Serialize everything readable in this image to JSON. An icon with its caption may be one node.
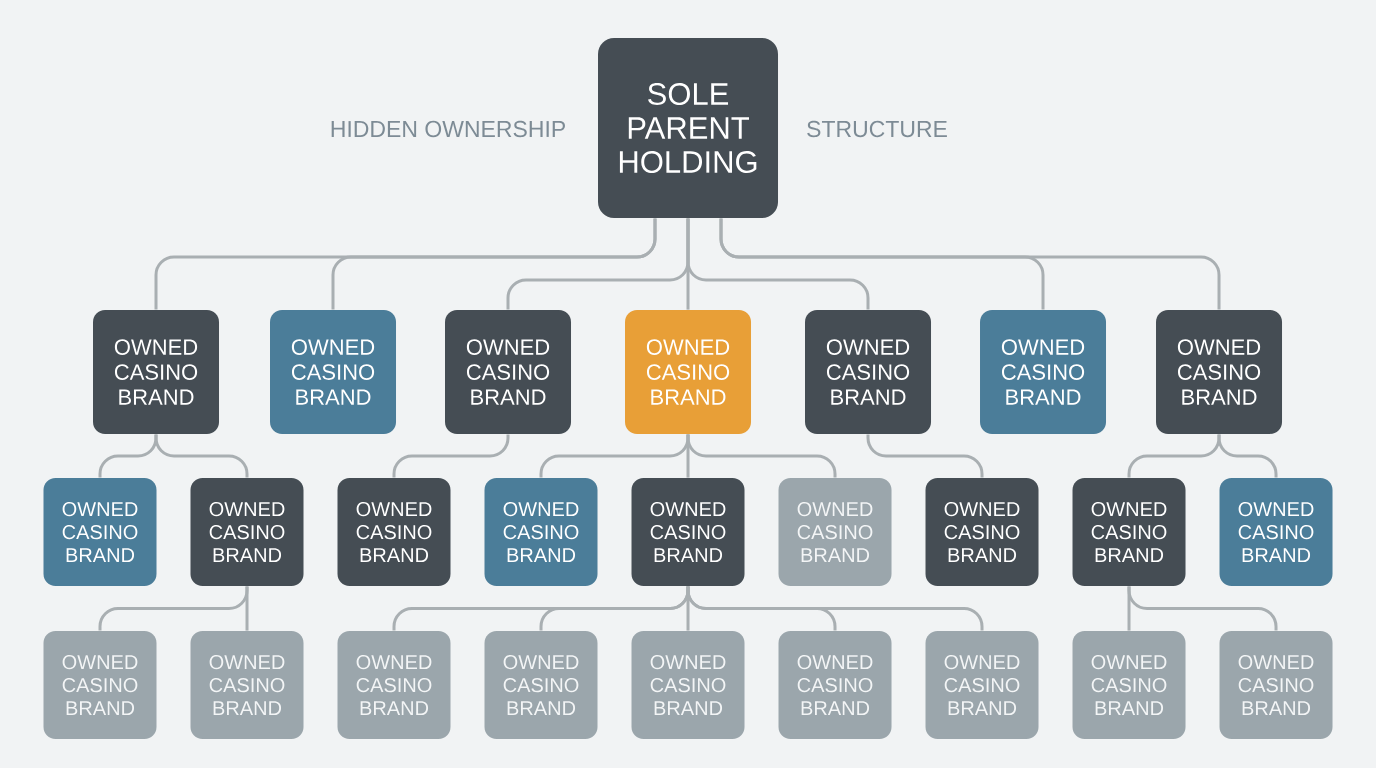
{
  "diagram": {
    "nodes": [
      {
        "text": [
          "SOLE PARENT HOLDING"
        ]
      },
      {
        "text": [
          "OWNED CASINO BRAND"
        ]
      },
      {
        "text": [
          "OWNED CASINO BRAND"
        ]
      },
      {
        "text": [
          "OWNED CASINO BRAND"
        ]
      },
      {
        "text": [
          "OWNED CASINO BRAND"
        ]
      },
      {
        "text": [
          "OWNED CASINO BRAND"
        ]
      },
      {
        "text": [
          "OWNED CASINO BRAND"
        ]
      },
      {
        "text": [
          "OWNED CASINO BRAND"
        ]
      },
      {
        "text": [
          "OWNED CASINO BRAND"
        ]
      },
      {
        "text": [
          "OWNED CASINO BRAND"
        ]
      },
      {
        "text": [
          "OWNED CASINO BRAND"
        ]
      },
      {
        "text": [
          "OWNED CASINO BRAND"
        ]
      },
      {
        "text": [
          "OWNED CASINO BRAND"
        ]
      },
      {
        "text": [
          "OWNED CASINO BRAND"
        ]
      },
      {
        "text": [
          "OWNED CASINO BRAND"
        ]
      },
      {
        "text": [
          "OWNED CASINO BRAND"
        ]
      },
      {
        "text": [
          "OWNED CASINO BRAND"
        ]
      },
      {
        "text": [
          "OWNED CASINO BRAND"
        ]
      },
      {
        "text": [
          "OWNED CASINO BRAND"
        ]
      },
      {
        "text": [
          "OWNED CASINO BRAND"
        ]
      },
      {
        "text": [
          "OWNED CASINO BRAND"
        ]
      },
      {
        "text": [
          "OWNED CASINO BRAND"
        ]
      },
      {
        "text": [
          "OWNED CASINO BRAND"
        ]
      },
      {
        "text": [
          "OWNED CASINO BRAND"
        ]
      },
      {
        "text": [
          "OWNED CASINO BRAND"
        ]
      },
      {
        "text": [
          "OWNED CASINO BRAND"
        ]
      }
    ],
    "edges": [
      {
        "from": 0,
        "to": 1,
        "arrow": "none"
      },
      {
        "from": 0,
        "to": 2,
        "arrow": "none"
      },
      {
        "from": 0,
        "to": 3,
        "arrow": "none"
      },
      {
        "from": 0,
        "to": 4,
        "arrow": "none"
      },
      {
        "from": 0,
        "to": 5,
        "arrow": "none"
      },
      {
        "from": 0,
        "to": 6,
        "arrow": "none"
      },
      {
        "from": 0,
        "to": 7,
        "arrow": "none"
      },
      {
        "from": 1,
        "to": 8,
        "arrow": "none"
      },
      {
        "from": 1,
        "to": 9,
        "arrow": "none"
      },
      {
        "from": 3,
        "to": 10,
        "arrow": "none"
      },
      {
        "from": 4,
        "to": 11,
        "arrow": "none"
      },
      {
        "from": 4,
        "to": 12,
        "arrow": "none"
      },
      {
        "from": 4,
        "to": 13,
        "arrow": "none"
      },
      {
        "from": 5,
        "to": 14,
        "arrow": "none"
      },
      {
        "from": 7,
        "to": 15,
        "arrow": "none"
      },
      {
        "from": 7,
        "to": 16,
        "arrow": "none"
      },
      {
        "from": 9,
        "to": 17,
        "arrow": "none"
      },
      {
        "from": 9,
        "to": 18,
        "arrow": "none"
      },
      {
        "from": 12,
        "to": 19,
        "arrow": "none"
      },
      {
        "from": 12,
        "to": 20,
        "arrow": "none"
      },
      {
        "from": 12,
        "to": 21,
        "arrow": "none"
      },
      {
        "from": 12,
        "to": 22,
        "arrow": "none"
      },
      {
        "from": 12,
        "to": 23,
        "arrow": "none"
      },
      {
        "from": 15,
        "to": 24,
        "arrow": "none"
      },
      {
        "from": 15,
        "to": 25,
        "arrow": "none"
      }
    ],
    "labels": [
      "HIDDEN OWNERSHIP",
      "STRUCTURE"
    ]
  }
}
